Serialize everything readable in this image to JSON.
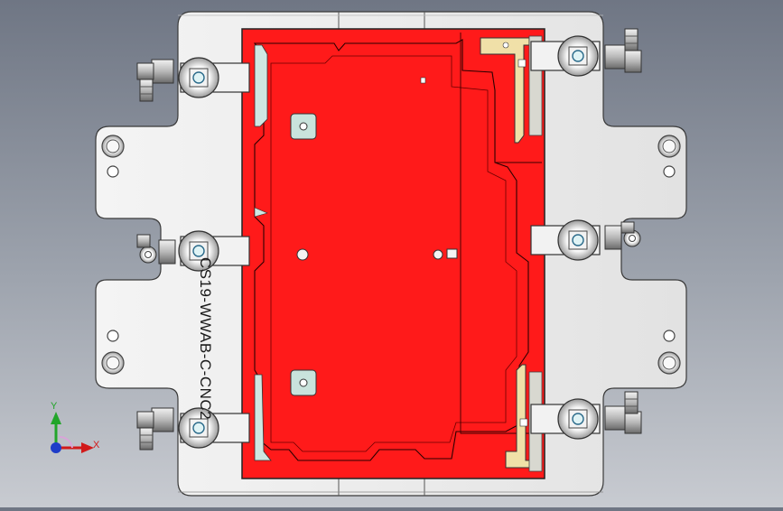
{
  "part": {
    "engraving": "CS19-WWAB-C-CNC2"
  },
  "triad": {
    "x_label": "X",
    "y_label": "Y",
    "x_color": "#d11a1a",
    "y_color": "#22a52a",
    "z_color": "#1e3cc8"
  },
  "colors": {
    "base_plate": "#ececec",
    "red_nest": "#ff1a1a",
    "tan_part": "#f0e0a8"
  },
  "icons": {
    "fitting": "elbow-fitting-icon",
    "clamp": "swing-clamp-icon",
    "bolt_hole": "bolt-hole-icon"
  }
}
